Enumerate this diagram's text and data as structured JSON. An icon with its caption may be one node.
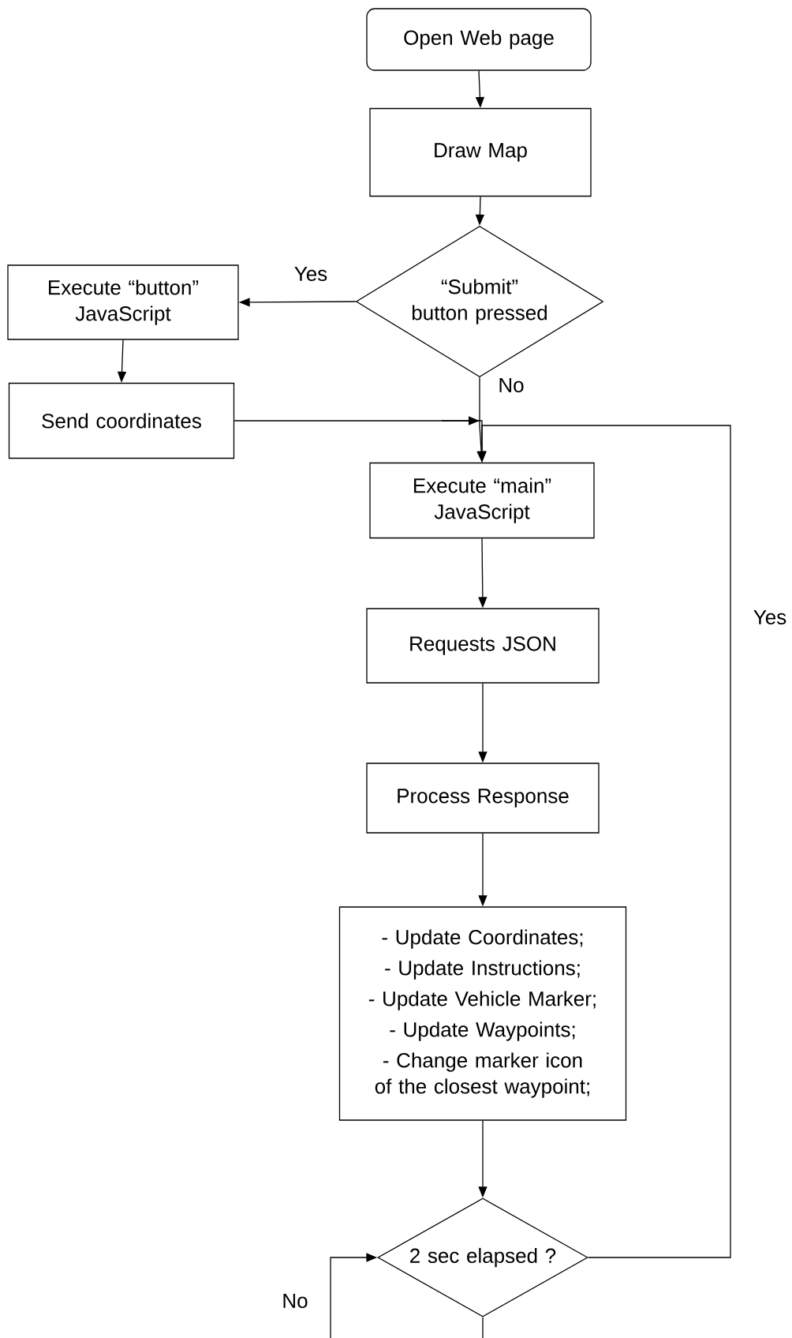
{
  "diagram": {
    "nodes": [
      {
        "text": [
          "Open Web page"
        ]
      },
      {
        "text": [
          "Draw Map"
        ]
      },
      {
        "text": [
          "“Submit” button pressed"
        ]
      },
      {
        "text": [
          "Execute “button” JavaScript"
        ]
      },
      {
        "text": [
          "Send coordinates"
        ]
      },
      {
        "text": [
          "Execute “main” JavaScript"
        ]
      },
      {
        "text": [
          "Requests JSON"
        ]
      },
      {
        "text": [
          "Process Response"
        ]
      },
      {
        "text": [
          "- Update Coordinates;",
          "- Update Instructions;",
          "- Update Vehicle Marker;",
          "- Update Waypoints;",
          "- Change marker icon of the closest waypoint;"
        ]
      },
      {
        "text": [
          "2 sec elapsed ?"
        ]
      }
    ],
    "edges": [
      {
        "from": 0,
        "to": 1,
        "arrow": "to"
      },
      {
        "from": 1,
        "to": 2,
        "arrow": "to"
      },
      {
        "from": 2,
        "to": 3,
        "arrow": "to",
        "label": "Yes"
      },
      {
        "from": 3,
        "to": 4,
        "arrow": "to"
      },
      {
        "from": 4,
        "to": 5,
        "arrow": "to"
      },
      {
        "from": 2,
        "to": 5,
        "arrow": "to",
        "label": "No"
      },
      {
        "from": 5,
        "to": 6,
        "arrow": "to"
      },
      {
        "from": 6,
        "to": 7,
        "arrow": "to"
      },
      {
        "from": 7,
        "to": 8,
        "arrow": "to"
      },
      {
        "from": 8,
        "to": 9,
        "arrow": "to"
      },
      {
        "from": 9,
        "to": 5,
        "arrow": "to",
        "label": "Yes"
      },
      {
        "from": 9,
        "to": 9,
        "arrow": "to",
        "label": "No"
      }
    ]
  }
}
